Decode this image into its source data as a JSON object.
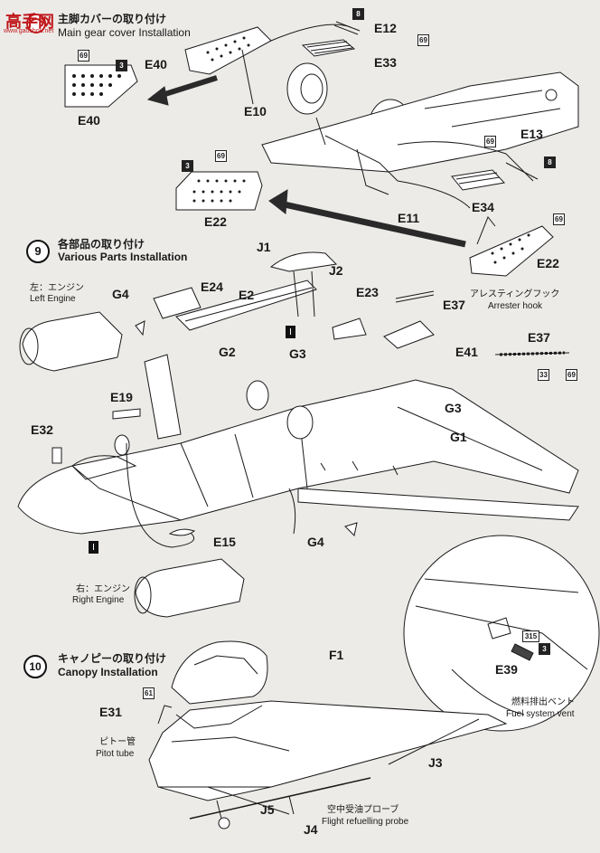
{
  "watermark": {
    "text": "高手网",
    "url": "www.gaoshou.net"
  },
  "steps": [
    {
      "number": "",
      "title_jp": "主脚カバーの取り付け",
      "title_en": "Main gear cover Installation"
    },
    {
      "number": "9",
      "title_jp": "各部品の取り付け",
      "title_en": "Various Parts Installation"
    },
    {
      "number": "10",
      "title_jp": "キャノピーの取り付け",
      "title_en": "Canopy Installation"
    }
  ],
  "parts": {
    "e40_a": "E40",
    "e40_b": "E40",
    "e10": "E10",
    "e12": "E12",
    "e33": "E33",
    "e13": "E13",
    "e34": "E34",
    "e11": "E11",
    "e22_a": "E22",
    "e22_b": "E22",
    "j1": "J1",
    "j2": "J2",
    "g4_a": "G4",
    "g4_b": "G4",
    "e24": "E24",
    "e2": "E2",
    "e23": "E23",
    "e37_a": "E37",
    "e37_b": "E37",
    "g2": "G2",
    "g3_a": "G3",
    "g3_b": "G3",
    "e41": "E41",
    "e19": "E19",
    "e32": "E32",
    "g1": "G1",
    "e15": "E15",
    "f1": "F1",
    "e31": "E31",
    "e39": "E39",
    "j3": "J3",
    "j5": "J5",
    "j4": "J4"
  },
  "color_codes": {
    "c8_a": "8",
    "c69_a": "69",
    "c69_b": "69",
    "c3_a": "3",
    "c69_c": "69",
    "c8_b": "8",
    "c3_b": "3",
    "c69_d": "69",
    "c69_e": "69",
    "c33": "33",
    "c69_f": "69",
    "c61": "61",
    "c315": "315",
    "c3_c": "3"
  },
  "callouts": {
    "left_engine_jp": "左：エンジン",
    "left_engine_en": "Left Engine",
    "right_engine_jp": "右：エンジン",
    "right_engine_en": "Right Engine",
    "arrester_jp": "アレスティングフック",
    "arrester_en": "Arrester hook",
    "pitot_jp": "ピトー管",
    "pitot_en": "Pitot tube",
    "refuel_jp": "空中受油プローブ",
    "refuel_en": "Flight refuelling probe",
    "vent_jp": "燃料排出ベント",
    "vent_en": "Fuel system vent"
  },
  "colors": {
    "ink": "#1a1a1a",
    "paper": "#ecebe8",
    "watermark": "#c0181c"
  }
}
